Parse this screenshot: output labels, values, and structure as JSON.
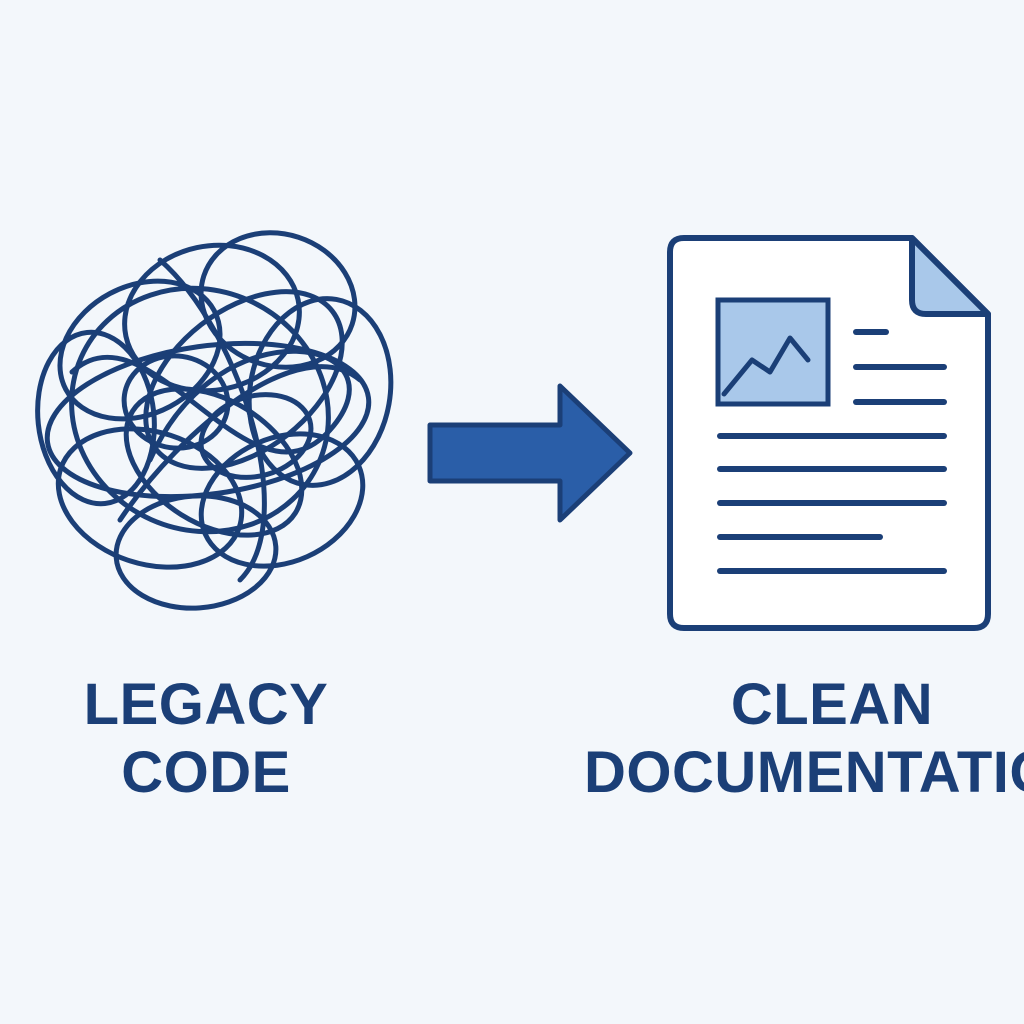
{
  "labels": {
    "left_line1": "LEGACY",
    "left_line2": "CODE",
    "right_line1": "CLEAN",
    "right_line2": "DOCUMENTATION"
  },
  "colors": {
    "background": "#f3f7fb",
    "stroke": "#1b3f77",
    "arrow_fill": "#2a5ea8",
    "accent_fill": "#a9c8ea",
    "paper": "#ffffff"
  },
  "icons": [
    "tangled-scribble-icon",
    "right-arrow-icon",
    "document-icon",
    "image-thumbnail-icon"
  ]
}
